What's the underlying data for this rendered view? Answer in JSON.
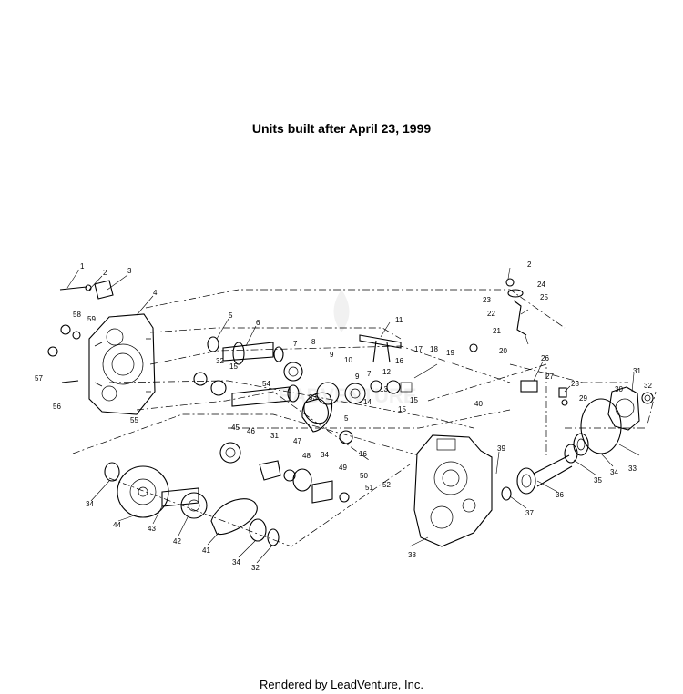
{
  "diagram": {
    "title": "Units built after April 23, 1999",
    "footer": "Rendered by LeadVenture, Inc.",
    "watermark": "LEADVENTURE",
    "callouts": {
      "c1": "1",
      "c2a": "2",
      "c3": "3",
      "c4": "4",
      "c5a": "5",
      "c6": "6",
      "c7a": "7",
      "c8": "8",
      "c9a": "9",
      "c10": "10",
      "c11": "11",
      "c12": "12",
      "c13": "13",
      "c14": "14",
      "c15a": "15",
      "c16a": "16",
      "c17": "17",
      "c18": "18",
      "c19": "19",
      "c2b": "2",
      "c24": "24",
      "c23": "23",
      "c25": "25",
      "c22": "22",
      "c21": "21",
      "c20": "20",
      "c26": "26",
      "c27": "27",
      "c28": "28",
      "c29": "29",
      "c30": "30",
      "c31a": "31",
      "c32a": "32",
      "c58": "58",
      "c59": "59",
      "c57": "57",
      "c56": "56",
      "c55": "55",
      "c32b": "32",
      "c15b": "15",
      "c54": "54",
      "c53": "53",
      "c9b": "9",
      "c7b": "7",
      "c5b": "5",
      "c15c": "15",
      "c40": "40",
      "c45": "45",
      "c46": "46",
      "c31b": "31",
      "c47": "47",
      "c48": "48",
      "c34a": "34",
      "c49": "49",
      "c50": "50",
      "c51": "51",
      "c52": "52",
      "c16b": "16",
      "c39": "39",
      "c35": "35",
      "c34b": "34",
      "c33": "33",
      "c36": "36",
      "c37": "37",
      "c38": "38",
      "c34c": "34",
      "c44": "44",
      "c43": "43",
      "c42": "42",
      "c41": "41",
      "c34d": "34",
      "c32c": "32"
    }
  }
}
